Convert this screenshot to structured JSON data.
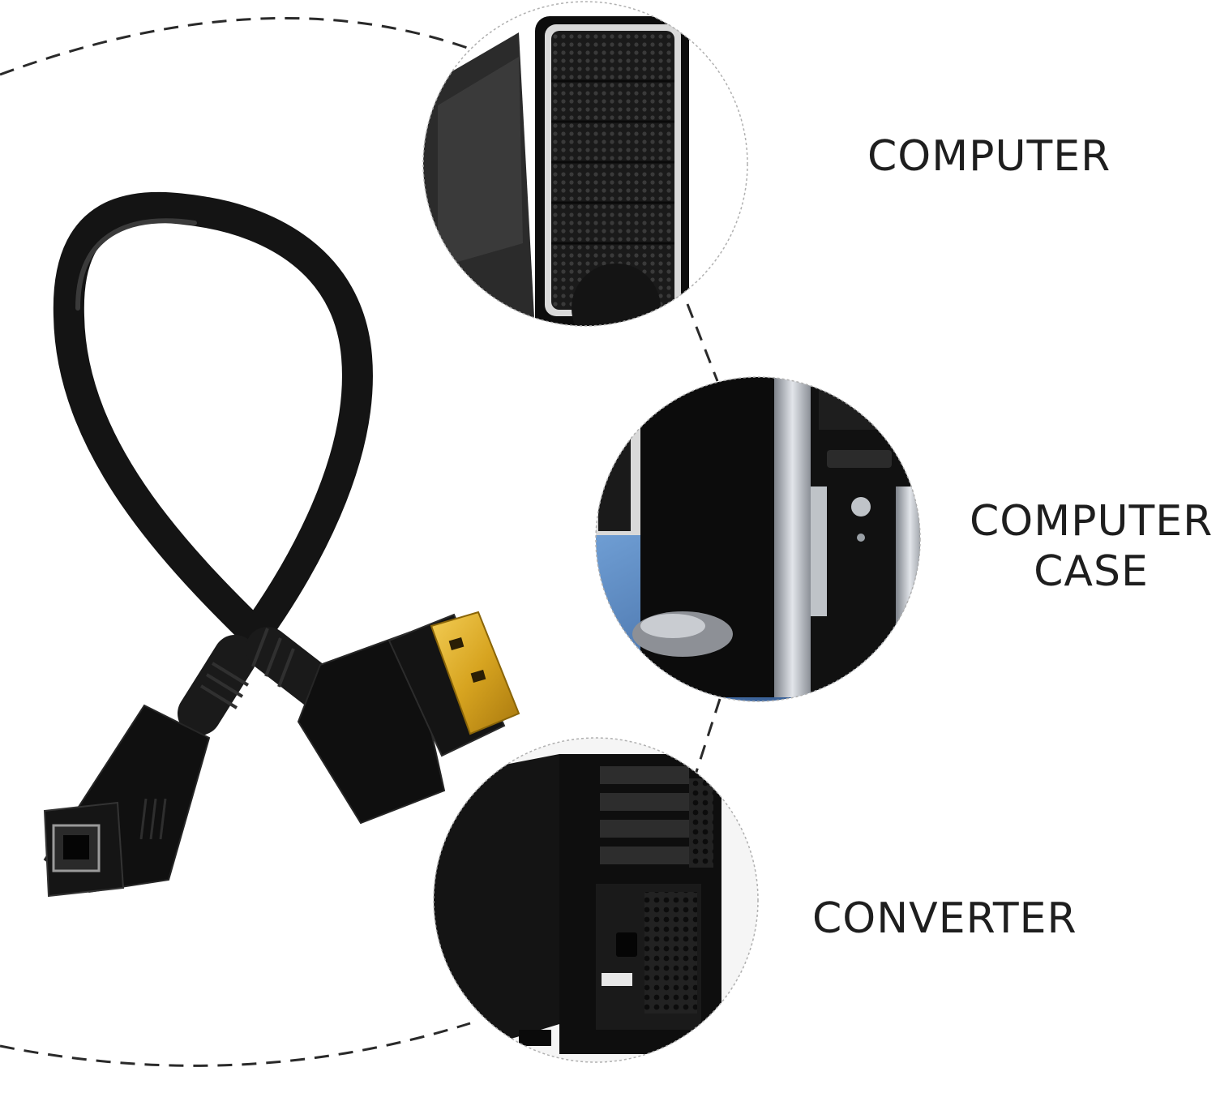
{
  "labels": {
    "computer": "COMPUTER",
    "computer_case_line1": "COMPUTER",
    "computer_case_line2": "CASE",
    "converter": "CONVERTER"
  },
  "colors": {
    "cable": "#141414",
    "gold_plug": "#d7a420",
    "case_silver": "#b4b8be",
    "desk_blue": "#3f6fa8",
    "text": "#1e1e1e"
  }
}
